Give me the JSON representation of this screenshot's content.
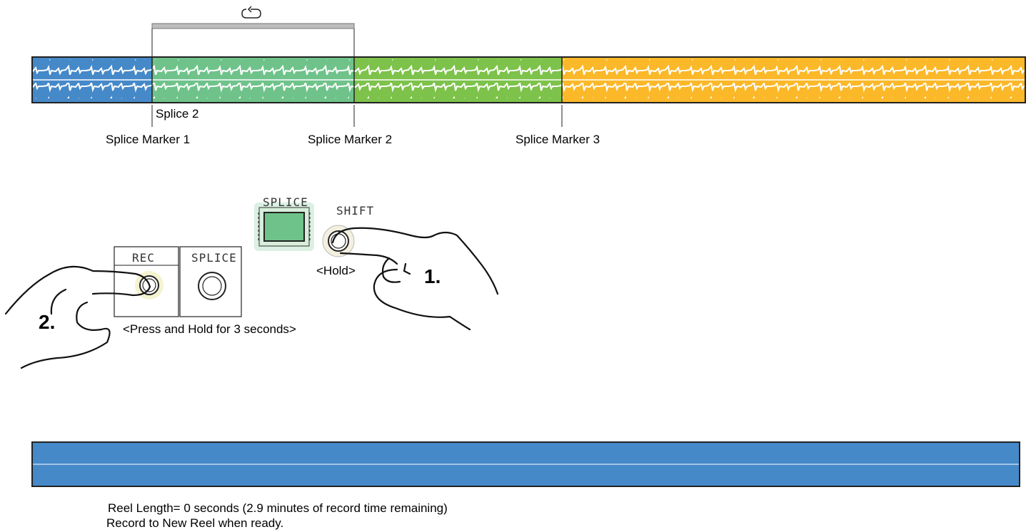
{
  "colors": {
    "reel_blue": "#4689c9",
    "reel_light_green": "#6fc38a",
    "reel_green": "#7dc24a",
    "reel_orange": "#fbb829",
    "loop_bar": "#bdbdbd",
    "splice_button_glow": "#6fc38a"
  },
  "icons": {
    "loop": "loop-icon"
  },
  "reel": {
    "segments": [
      {
        "color": "reel_blue"
      },
      {
        "color": "reel_light_green"
      },
      {
        "color": "reel_green"
      },
      {
        "color": "reel_orange"
      }
    ],
    "current_splice_label": "Splice 2",
    "markers": [
      {
        "label": "Splice Marker 1"
      },
      {
        "label": "Splice Marker 2"
      },
      {
        "label": "Splice Marker 3"
      }
    ]
  },
  "controls": {
    "splice_indicator_label": "SPLICE",
    "shift_label": "SHIFT",
    "hold_instruction": "<Hold>",
    "rec_label": "REC",
    "splice_button_label": "SPLICE",
    "press_hold_instruction": "<Press and Hold for 3 seconds>",
    "step_1": "1.",
    "step_2": "2."
  },
  "new_reel": {
    "color": "reel_blue",
    "caption_line_1": "Reel Length= 0 seconds (2.9 minutes of record time remaining)",
    "caption_line_2": "Record to New Reel when ready."
  }
}
